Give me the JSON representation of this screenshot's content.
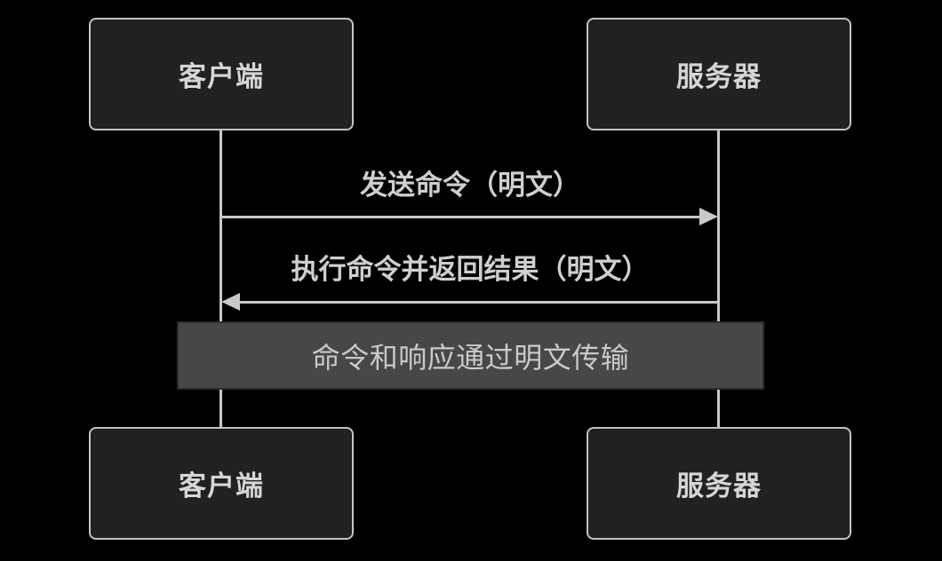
{
  "diagram": {
    "type": "sequence-diagram",
    "actors": {
      "client": "客户端",
      "server": "服务器"
    },
    "messages": [
      {
        "label": "发送命令（明文）",
        "from": "client",
        "to": "server",
        "direction": "right",
        "line_style": "solid",
        "arrowhead": "filled-triangle"
      },
      {
        "label": "执行命令并返回结果（明文）",
        "from": "server",
        "to": "client",
        "direction": "left",
        "line_style": "solid",
        "arrowhead": "filled-triangle"
      }
    ],
    "note": {
      "text": "命令和响应通过明文传输",
      "span": "over both lifelines"
    },
    "colors": {
      "background": "#000000",
      "actor_fill": "#212121",
      "actor_border": "#c3c3c3",
      "actor_text": "#d6d6d6",
      "line": "#c9c9c9",
      "label_text": "#cfcfcf",
      "note_fill": "#474747",
      "note_border": "#2d2d2d",
      "note_text": "#c9c9c9"
    }
  }
}
